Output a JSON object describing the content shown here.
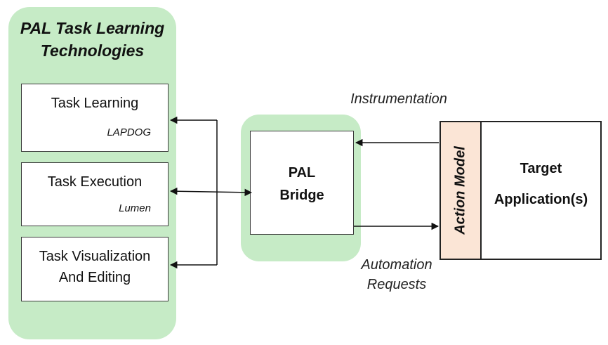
{
  "left_panel": {
    "title_line1": "PAL Task Learning",
    "title_line2": "Technologies",
    "boxes": [
      {
        "title": "Task Learning",
        "subtitle": "LAPDOG"
      },
      {
        "title": "Task Execution",
        "subtitle": "Lumen"
      },
      {
        "title_line1": "Task Visualization",
        "title_line2": "And Editing"
      }
    ]
  },
  "bridge": {
    "line1": "PAL",
    "line2": "Bridge"
  },
  "action_model": {
    "label": "Action Model"
  },
  "target": {
    "line1": "Target",
    "line2": "Application(s)"
  },
  "edges": {
    "instrumentation": "Instrumentation",
    "automation_line1": "Automation",
    "automation_line2": "Requests"
  },
  "colors": {
    "panel_fill": "#c6ebc6",
    "action_model_fill": "#fbe5d6",
    "line": "#111111"
  }
}
